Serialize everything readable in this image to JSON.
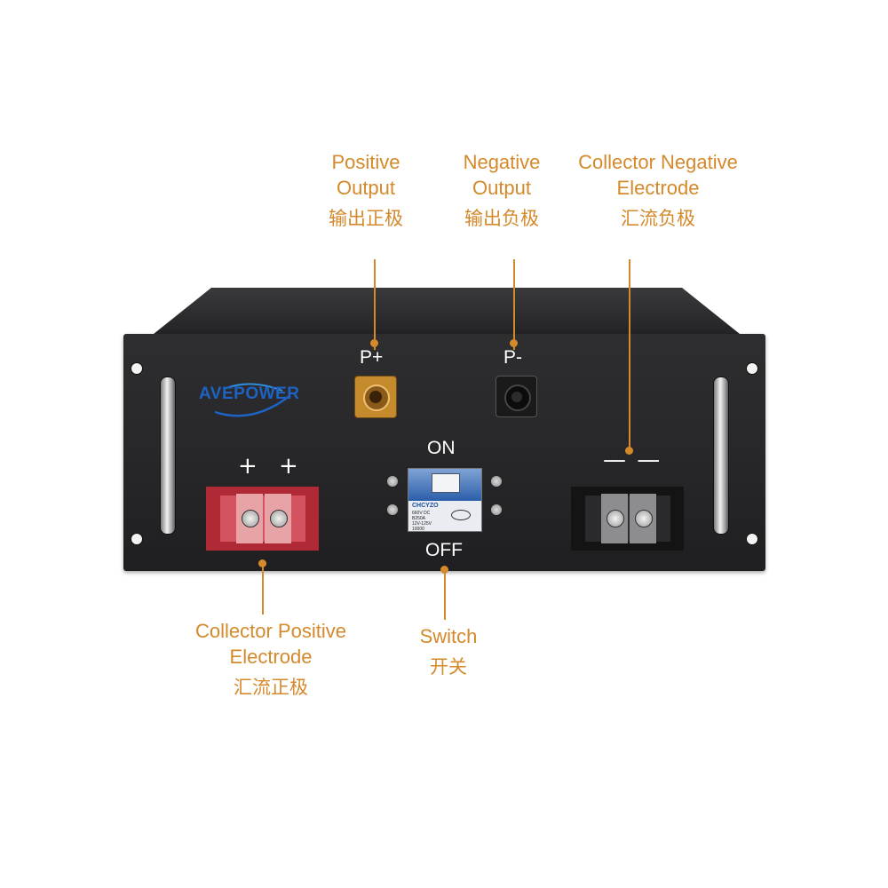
{
  "brand": {
    "logo_text": "AVEPOWER"
  },
  "panel": {
    "p_plus": "P+",
    "p_minus": "P-",
    "switch_on": "ON",
    "switch_off": "OFF",
    "collector_positive_marks": "+ +",
    "collector_negative_marks": "— —"
  },
  "breaker": {
    "brand": "CHCYZO",
    "spec_lines": [
      "660V DC",
      "B250A",
      "12V-125V",
      "10000"
    ],
    "cert_mark": "CCC"
  },
  "callouts": {
    "positive_output": {
      "en_line1": "Positive",
      "en_line2": "Output",
      "cn": "输出正极"
    },
    "negative_output": {
      "en_line1": "Negative",
      "en_line2": "Output",
      "cn": "输出负极"
    },
    "collector_negative": {
      "en_line1": "Collector Negative",
      "en_line2": "Electrode",
      "cn": "汇流负极"
    },
    "collector_positive": {
      "en_line1": "Collector Positive",
      "en_line2": "Electrode",
      "cn": "汇流正极"
    },
    "switch": {
      "en_line1": "Switch",
      "cn": "开关"
    }
  },
  "colors": {
    "callout": "#d4892b",
    "panel": "#2a2a2c",
    "positive_terminal": "#b02a35",
    "negative_terminal": "#141415",
    "brand_blue": "#1d63c4"
  }
}
